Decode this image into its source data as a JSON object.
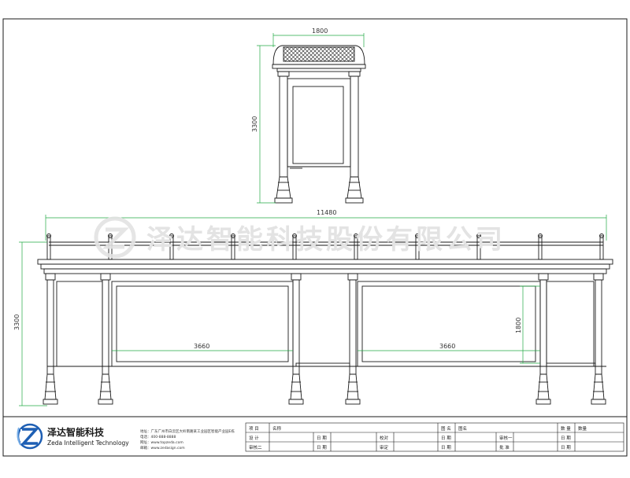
{
  "dimensions": {
    "side_width": "1800",
    "side_height": "3300",
    "front_width": "11480",
    "front_height": "3300",
    "panel1_width": "3660",
    "panel2_width": "3660",
    "panel_height": "1800"
  },
  "watermark": "泽达智能科技股份有限公司",
  "company": {
    "name_cn": "泽达智能科技",
    "name_en": "Zeda Intelligent Technology",
    "info_lines": [
      "地址：广东广州市白云区大岭南路某工业园区智能产业园E栋",
      "电话：400-888-8888",
      "网址：www.topzeda.com",
      "邮箱：www.zedasign.com"
    ]
  },
  "title_block": {
    "row1": [
      "项 目",
      "名称",
      "",
      "",
      "图 名",
      "图名",
      "",
      "数 量",
      "数量"
    ],
    "row2": [
      "设 计",
      "",
      "日 期",
      "",
      "校对",
      "",
      "日 期",
      "",
      "审核一",
      "",
      "日 期",
      ""
    ],
    "row3": [
      "审核二",
      "",
      "日 期",
      "",
      "审定",
      "",
      "日 期",
      "",
      "批 准",
      "",
      "日 期",
      ""
    ]
  },
  "colors": {
    "line": "#1a1a1a",
    "dimension": "#22aa44",
    "watermark": "#e3e3e3",
    "logo_accent": "#1e5fb4"
  }
}
